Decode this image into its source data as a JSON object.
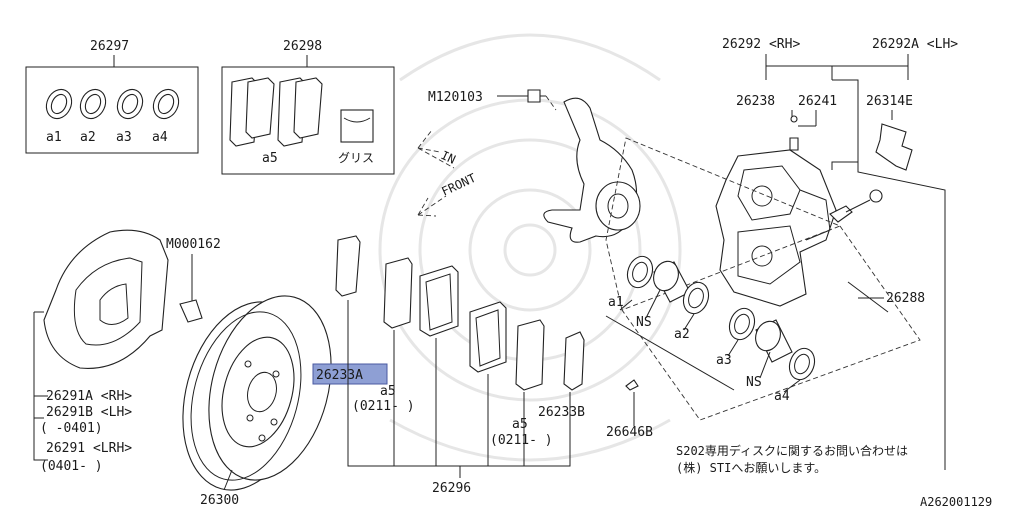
{
  "diagram_id": "A262001129",
  "kit_caliper_seals": {
    "part_no": "26297",
    "items": [
      "a1",
      "a2",
      "a3",
      "a4"
    ]
  },
  "kit_pads_grease": {
    "part_no": "26298",
    "pad_item": "a5",
    "grease_label": "グリス"
  },
  "bolt_knuckle": "M120103",
  "bolt_cover": "M000162",
  "direction_in": "IN",
  "direction_front": "FRONT",
  "caliper": {
    "rh": "26292 <RH>",
    "lh": "26292A <LH>"
  },
  "bleeder": "26238",
  "bleeder_cap": "26241",
  "pad_clip": "26314E",
  "pin": "26288",
  "seal_labels": {
    "a1": "a1",
    "a2": "a2",
    "a3": "a3",
    "a4": "a4",
    "ns1": "NS",
    "ns2": "NS"
  },
  "cover_labels": {
    "a_rh": "26291A <RH>",
    "b_lh": "26291B <LH>",
    "b_date": "(     -0401)",
    "lrh": "26291  <LRH>",
    "lrh_date": "(0401-     )"
  },
  "rotor": "26300",
  "pad_inner": {
    "part_no": "26233A",
    "item": "a5",
    "date": "(0211-     )"
  },
  "pad_outer": {
    "part_no": "26233B",
    "item": "a5",
    "date": "(0211-     )"
  },
  "pad_spring": "26646B",
  "pad_set": "26296",
  "note_line1": "S202専用ディスクに関するお問い合わせは",
  "note_line2": "(株) STIへお願いします。"
}
